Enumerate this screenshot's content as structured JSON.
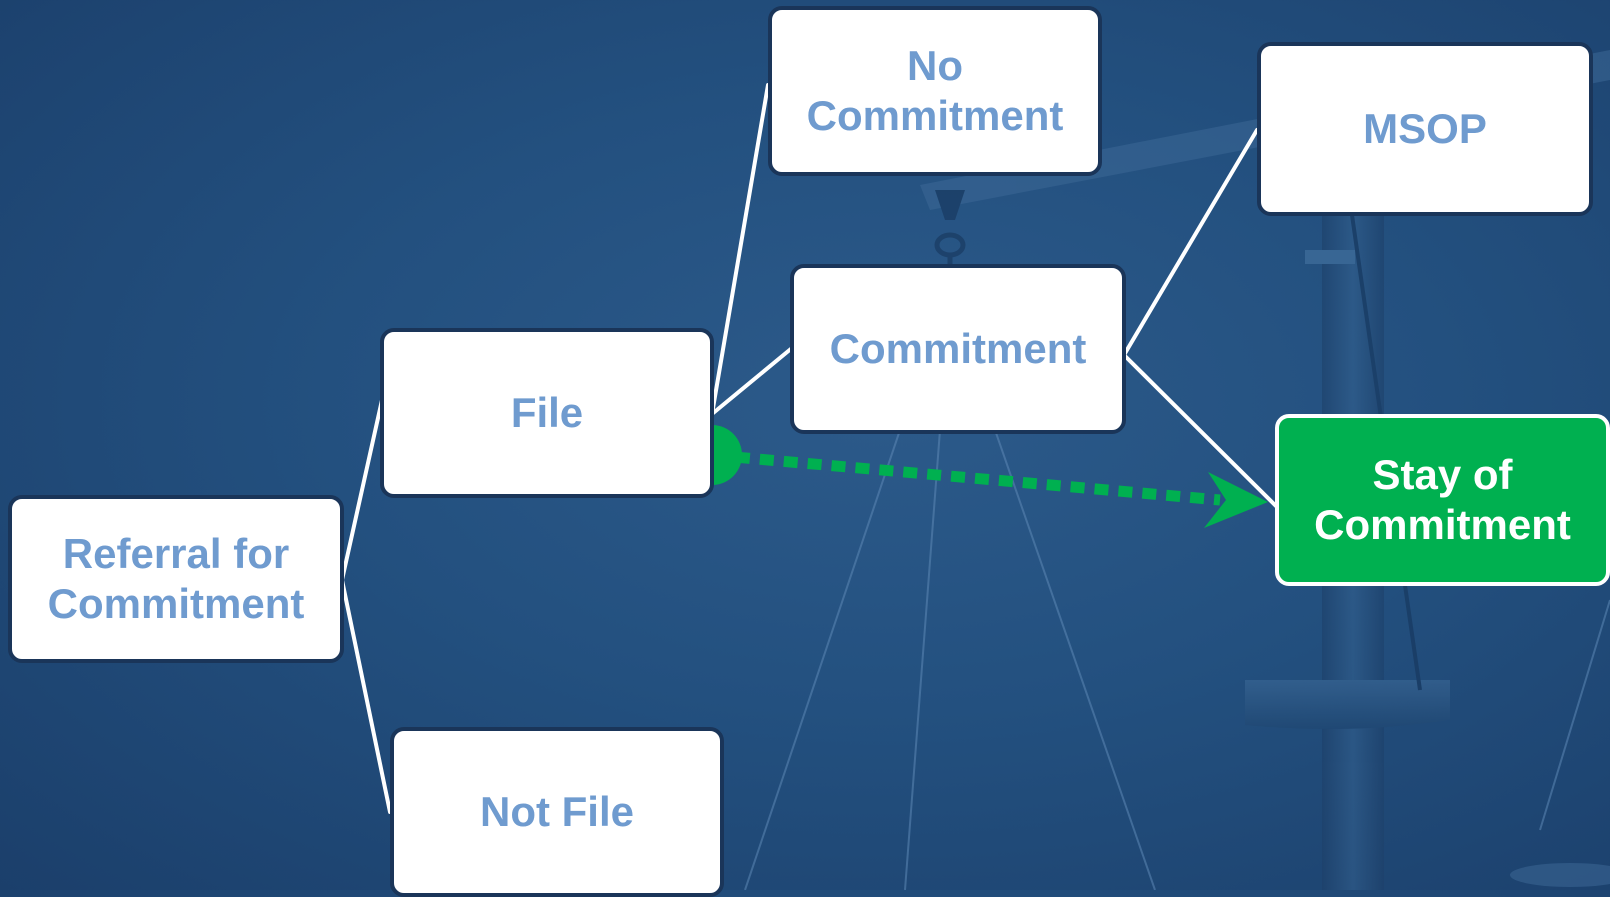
{
  "diagram": {
    "nodes": {
      "referral": {
        "label": "Referral for\nCommitment"
      },
      "file": {
        "label": "File"
      },
      "not_file": {
        "label": "Not File"
      },
      "no_commitment": {
        "label": "No\nCommitment"
      },
      "commitment": {
        "label": "Commitment"
      },
      "msop": {
        "label": "MSOP"
      },
      "stay": {
        "label": "Stay of\nCommitment"
      }
    },
    "colors": {
      "background": "#23507f",
      "node_fill": "#ffffff",
      "node_text": "#6f9bcf",
      "node_border": "#1a3559",
      "connector": "#ffffff",
      "highlight_fill": "#00b050",
      "highlight_text": "#ffffff",
      "dotted_arrow": "#00b050"
    }
  }
}
